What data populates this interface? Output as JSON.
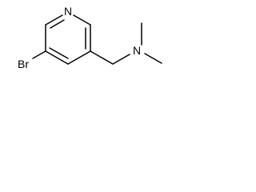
{
  "atoms": {
    "ring_nitrogen": "N",
    "bromine": "Br",
    "amine_nitrogen": "N"
  }
}
